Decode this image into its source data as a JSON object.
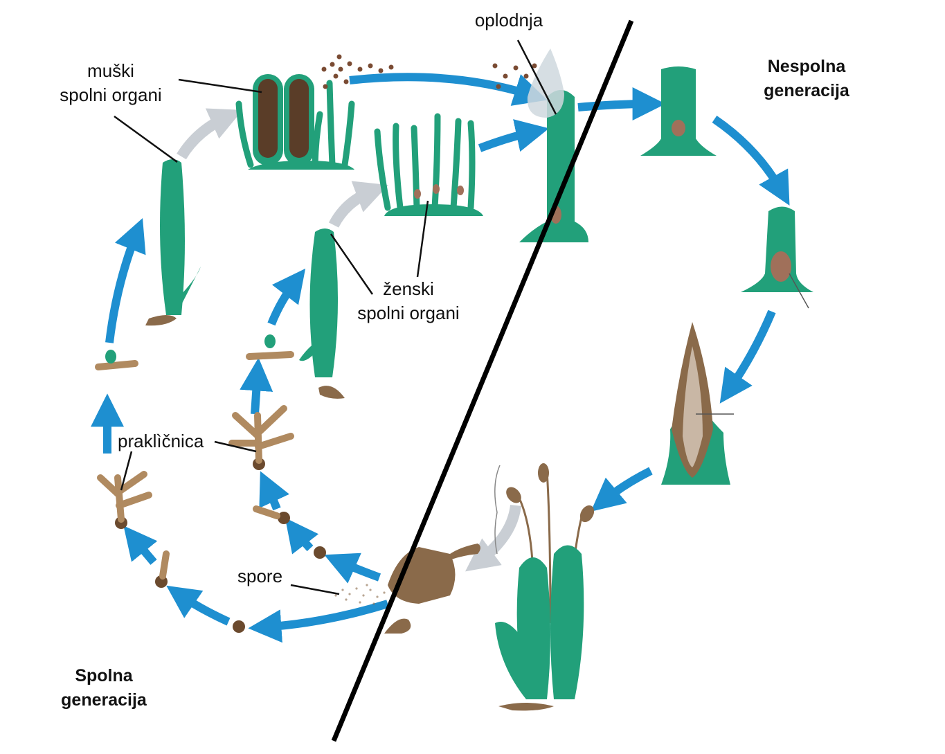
{
  "labels": {
    "oplodnja": "oplodnja",
    "muski_line1": "muški",
    "muski_line2": "spolni organi",
    "zenski_line1": "ženski",
    "zenski_line2": "spolni organi",
    "proklicnica": "praklìčnica",
    "spore": "spore",
    "nespolna_line1": "Nespolna",
    "nespolna_line2": "generacija",
    "spolna_line1": "Spolna",
    "spolna_line2": "generacija"
  },
  "colors": {
    "arrow_blue": "#1e8fd0",
    "plant_green": "#22a07a",
    "plant_dark_green": "#137a58",
    "brown": "#8a6a4a",
    "dark_brown": "#6b4a2e",
    "gray_arrow": "#c9ced4",
    "divider": "#000000"
  }
}
